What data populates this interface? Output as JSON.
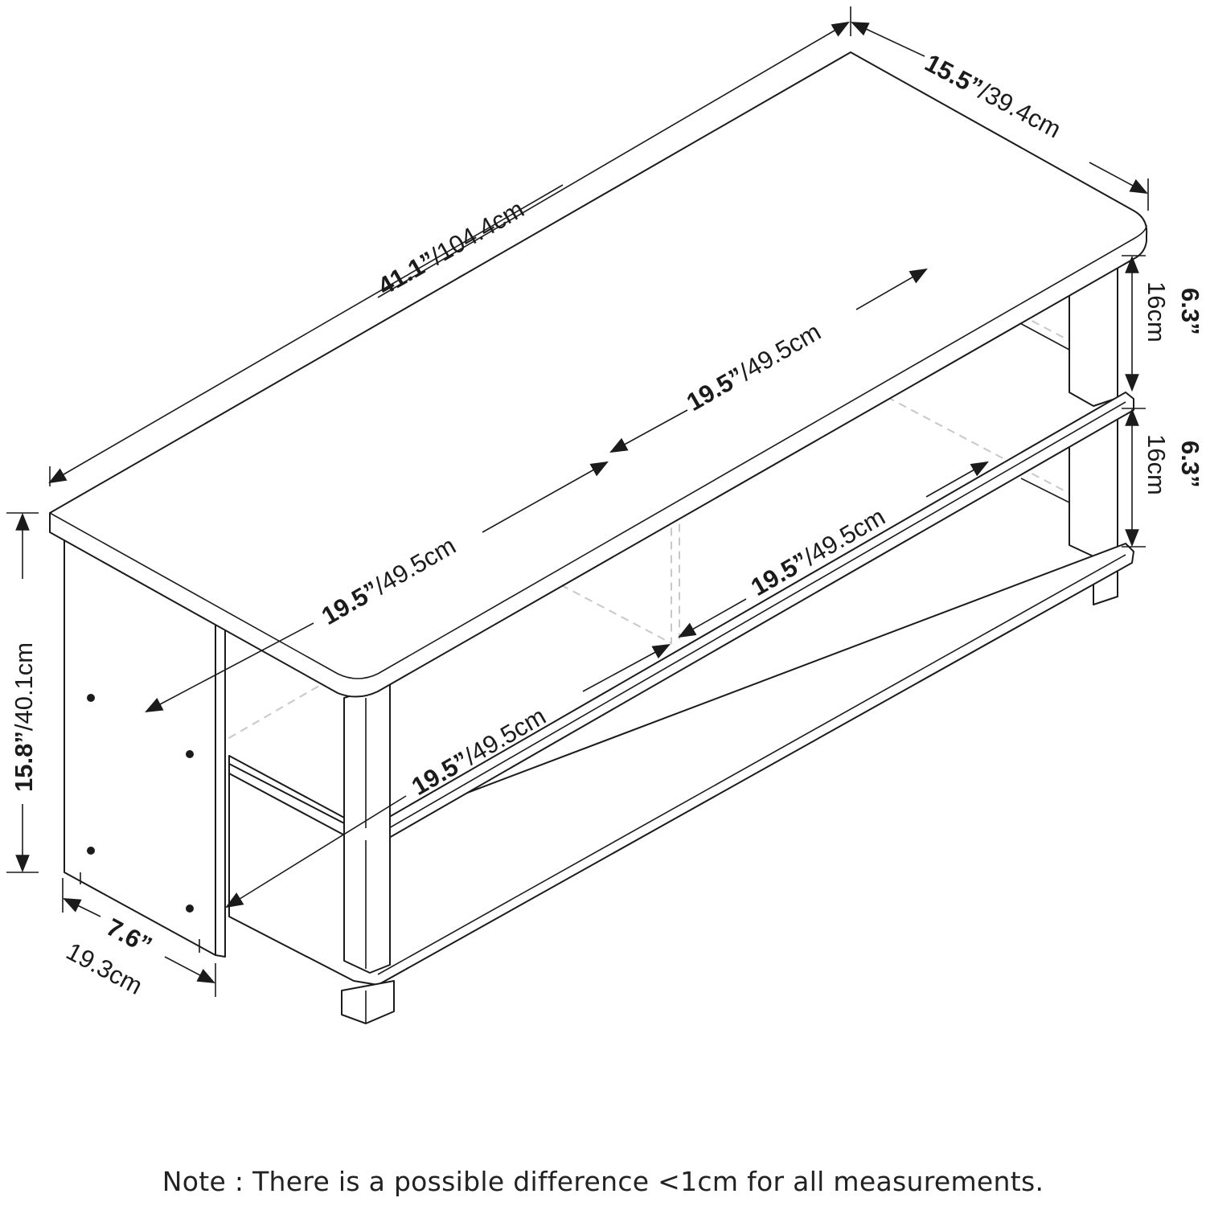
{
  "dimensions": {
    "width": {
      "imperial": "41.1”",
      "metric": "/104.4cm"
    },
    "depth": {
      "imperial": "15.5”",
      "metric": "/39.4cm"
    },
    "height": {
      "imperial": "15.8”",
      "metric": "/40.1cm"
    },
    "side_depth": {
      "imperial": "7.6”",
      "metric": "19.3cm"
    },
    "shelf_gap_upper": {
      "imperial": "6.3”",
      "metric": "16cm"
    },
    "shelf_gap_lower": {
      "imperial": "6.3”",
      "metric": "16cm"
    },
    "top_rear_span": {
      "imperial": "19.5”",
      "metric": "/49.5cm"
    },
    "top_front_span": {
      "imperial": "19.5”",
      "metric": "/49.5cm"
    },
    "mid_rear_span": {
      "imperial": "19.5”",
      "metric": "/49.5cm"
    },
    "mid_front_span": {
      "imperial": "19.5”",
      "metric": "/49.5cm"
    }
  },
  "note": "Note : There is a possible difference <1cm for all measurements.",
  "colors": {
    "line": "#1b1b1b",
    "hidden_line": "#c8c8c8",
    "background": "#ffffff"
  }
}
